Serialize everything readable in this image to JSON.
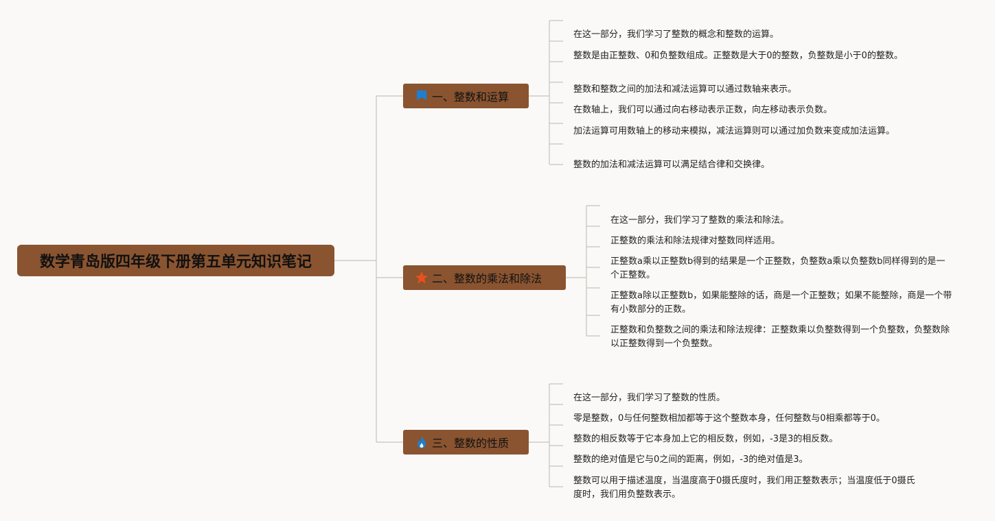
{
  "root": {
    "title": "数学青岛版四年级下册第五单元知识笔记"
  },
  "branches": [
    {
      "label": "一、整数和运算",
      "icon": "flag-icon",
      "icon_color": "#1e7fd0",
      "items": [
        "在这一部分，我们学习了整数的概念和整数的运算。",
        "整数是由正整数、0和负整数组成。正整数是大于0的整数，负整数是小于0的整数。",
        "整数和整数之间的加法和减法运算可以通过数轴来表示。",
        "在数轴上，我们可以通过向右移动表示正数，向左移动表示负数。",
        "加法运算可用数轴上的移动来模拟，减法运算则可以通过加负数来变成加法运算。",
        "整数的加法和减法运算可以满足结合律和交换律。"
      ]
    },
    {
      "label": "二、整数的乘法和除法",
      "icon": "star-icon",
      "icon_color": "#e8501c",
      "items": [
        "在这一部分，我们学习了整数的乘法和除法。",
        "正整数的乘法和除法规律对整数同样适用。",
        "正整数a乘以正整数b得到的结果是一个正整数，负整数a乘以负整数b同样得到的是一个正整数。",
        "正整数a除以正整数b，如果能整除的话，商是一个正整数；如果不能整除，商是一个带有小数部分的正数。",
        "正整数和负整数之间的乘法和除法规律：正整数乘以负整数得到一个负整数，负整数除以正整数得到一个负整数。"
      ]
    },
    {
      "label": "三、整数的性质",
      "icon": "flame-icon",
      "icon_color": "#1e7fd0",
      "items": [
        "在这一部分，我们学习了整数的性质。",
        "零是整数，0与任何整数相加都等于这个整数本身，任何整数与0相乘都等于0。",
        "整数的相反数等于它本身加上它的相反数，例如，-3是3的相反数。",
        "整数的绝对值是它与0之间的距离，例如，-3的绝对值是3。",
        "整数可以用于描述温度，当温度高于0摄氏度时，我们用正整数表示；当温度低于0摄氏度时，我们用负整数表示。"
      ]
    }
  ]
}
